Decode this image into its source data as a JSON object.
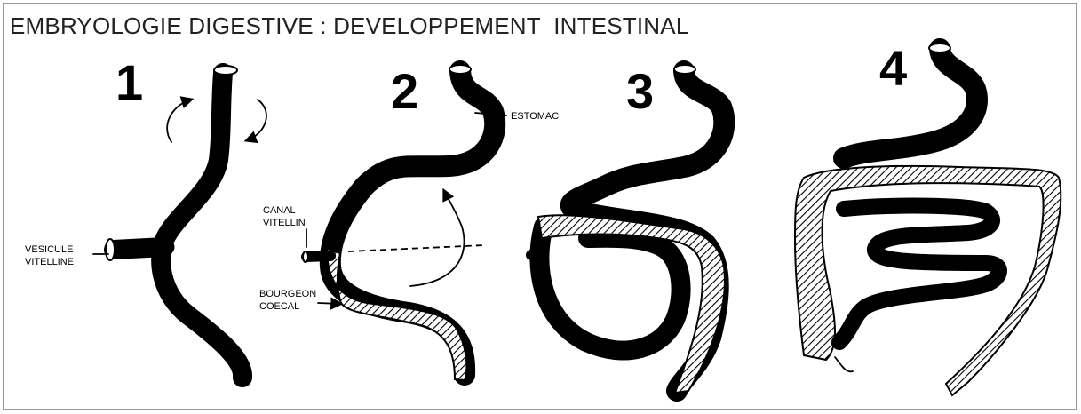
{
  "title": "EMBRYOLOGIE DIGESTIVE : DEVELOPPEMENT  INTESTINAL",
  "stages": [
    {
      "number": "1"
    },
    {
      "number": "2"
    },
    {
      "number": "3"
    },
    {
      "number": "4"
    }
  ],
  "labels": {
    "vesicule_line1": "VESICULE",
    "vesicule_line2": "VITELLINE",
    "estomac": "ESTOMAC",
    "canal_line1": "CANAL",
    "canal_line2": "VITELLIN",
    "bourgeon_line1": "BOURGEON",
    "bourgeon_line2": "COECAL"
  }
}
